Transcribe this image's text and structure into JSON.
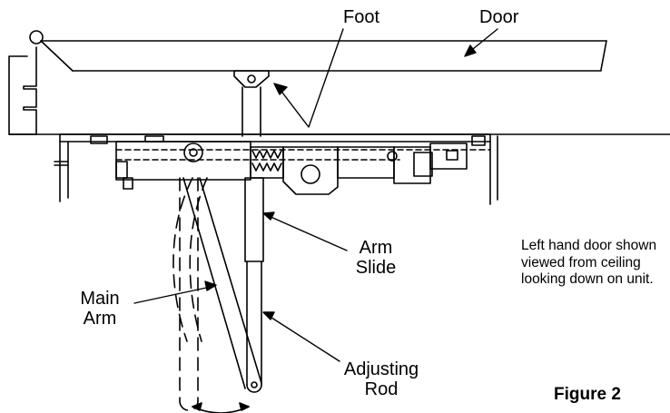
{
  "labels": {
    "foot": "Foot",
    "door": "Door",
    "arm_slide": [
      "Arm",
      "Slide"
    ],
    "main_arm": [
      "Main",
      "Arm"
    ],
    "adjusting_rod": [
      "Adjusting",
      "Rod"
    ]
  },
  "note": [
    "Left hand door shown",
    "viewed from ceiling",
    "looking down on unit."
  ],
  "figure_caption": "Figure 2"
}
